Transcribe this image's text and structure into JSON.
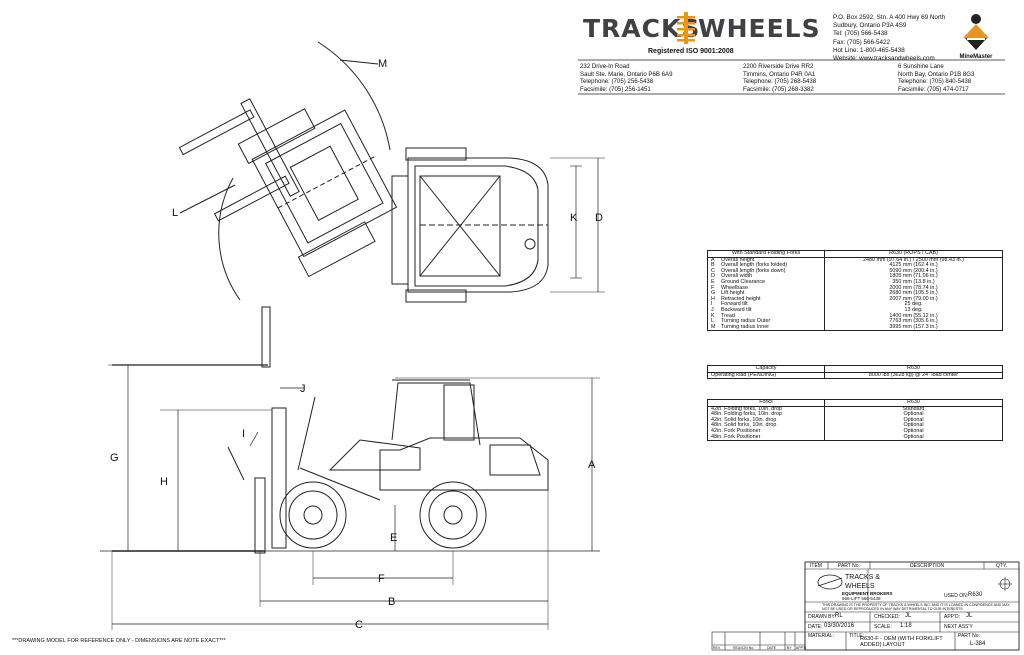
{
  "header": {
    "brand_left": "TRACKS",
    "brand_right": "WHEELS",
    "registered": "Registered ISO 9001:2008",
    "contact": [
      "P.O. Box 2592, Stn. A 400 Hwy 69 North",
      "Sudbury, Ontario P3A 4S9",
      "Tel: (705) 566-5438",
      "Fax: (705) 566-5422",
      "Hot Line: 1-800-465-5438",
      "Website: www.tracksandwheels.com"
    ],
    "addresses": [
      [
        "232 Drive-In Road",
        "Sault Ste. Marie, Ontario P6B 6A9",
        "Telephone: (705) 256-5438",
        "Facsimile: (705) 256-1451"
      ],
      [
        "2200 Riverside Drive RR2",
        "Timmins, Ontario P4R 0A1",
        "Telephone: (705) 268-5438",
        "Facsimile: (705) 268-3382"
      ],
      [
        "6 Sunshine Lane",
        "North Bay, Ontario P1B 8G3",
        "Telephone: (705) 840-5438",
        "Facsimile: (705) 474-0717"
      ]
    ],
    "minemaster": "MineMaster"
  },
  "dimension_labels": {
    "A": "A",
    "B": "B",
    "C": "C",
    "D": "D",
    "E": "E",
    "F": "F",
    "G": "G",
    "H": "H",
    "I": "I",
    "J": "J",
    "K": "K",
    "L": "L",
    "M": "M"
  },
  "spec_table": {
    "header_left": "With Standard Folding Forks",
    "header_right": "R630 (ROPS / CAB)",
    "letters": [
      "A",
      "B",
      "C",
      "D",
      "E",
      "F",
      "G",
      "H",
      "I",
      "J",
      "K",
      "L",
      "M"
    ],
    "names": [
      "Overall height",
      "Overall length (forks folded)",
      "Overall length (forks down)",
      "Overall width",
      "Ground Clearance",
      "Wheelbase",
      "Lift height",
      "Retracted height",
      "Forward tilt",
      "Backward tilt",
      "Tread",
      "Turning radius Outer",
      "Turning radius Inner"
    ],
    "values": [
      "2480 mm (97.64 in.) / 2500 mm (98.43 in.)",
      "4125 mm (162.4 in.)",
      "5090 mm (200.4 in.)",
      "1805 mm (71.06 in.)",
      "350 mm (13.8 in.)",
      "2000 mm (78.74 in.)",
      "2680 mm (105.5 in.)",
      "2007 mm (79.00 in.)",
      "25 deg.",
      "13 deg.",
      "1400 mm (55.12 in.)",
      "7763 mm (305.6 in.)",
      "3995 mm (157.3 in.)"
    ]
  },
  "capacity_table": {
    "header_left": "Capacity",
    "header_right": "R630",
    "row_left": "Operating load (PENDING)",
    "row_right": "8000 lbs (3628 kg) @ 24\" load center"
  },
  "forks_table": {
    "header_left": "Forks",
    "header_right": "R630",
    "names": [
      "42in. Folding forks, 10in. drop",
      "48in. Folding forks, 10in. drop",
      "42in. Solid forks, 10in. drop",
      "48in. Solid forks, 10in. drop",
      "42in. Fork Positioner",
      "48in. Fork Positioner"
    ],
    "values": [
      "Standard",
      "Optional",
      "Optional",
      "Optional",
      "Optional",
      "Optional"
    ]
  },
  "title_block": {
    "item": "ITEM",
    "part_no": "PART No.",
    "description": "DESCRIPTION",
    "qty": "QTY.",
    "logo_line1": "TRACKS &",
    "logo_line2": "WHEELS",
    "logo_line3": "EQUIPMENT BROKERS",
    "logo_line4": "566-LIFT 566-5438",
    "used_on_label": "USED ON:",
    "used_on": "R630",
    "property_note": "THIS DRAWING IS THE PROPERTY OF TRACKS & WHEELS INC. AND IT IS LOANED IN CONFIDENCE AND MAY NOT BE USED OR REPRODUCED IN ANY WAY DETRIMENTAL TO OUR INTERESTS",
    "drawn_by_label": "DRAWN BY:",
    "drawn_by": "RL",
    "checked_label": "CHECKED:",
    "checked": "JL",
    "approved_label": "APP'D:",
    "approved": "JL",
    "date_label": "DATE:",
    "date": "03/30/2016",
    "scale_label": "SCALE:",
    "scale": "1:18",
    "next_assy": "NEXT ASS'Y",
    "material_label": "MATERIAL:",
    "title_label": "TITLE:",
    "title": "R630-F - OEM (WITH FORKLIFT ADDED) LAYOUT",
    "part_no_label": "PART No:",
    "part_no_value": "L-384",
    "rev_cols": [
      "REV.",
      "REASON No.",
      "DATE",
      "BY",
      "APP'D"
    ]
  },
  "footer_note": "***DRAWING MODEL FOR REFERENCE ONLY - DIMENSIONS ARE NOTE EXACT***"
}
